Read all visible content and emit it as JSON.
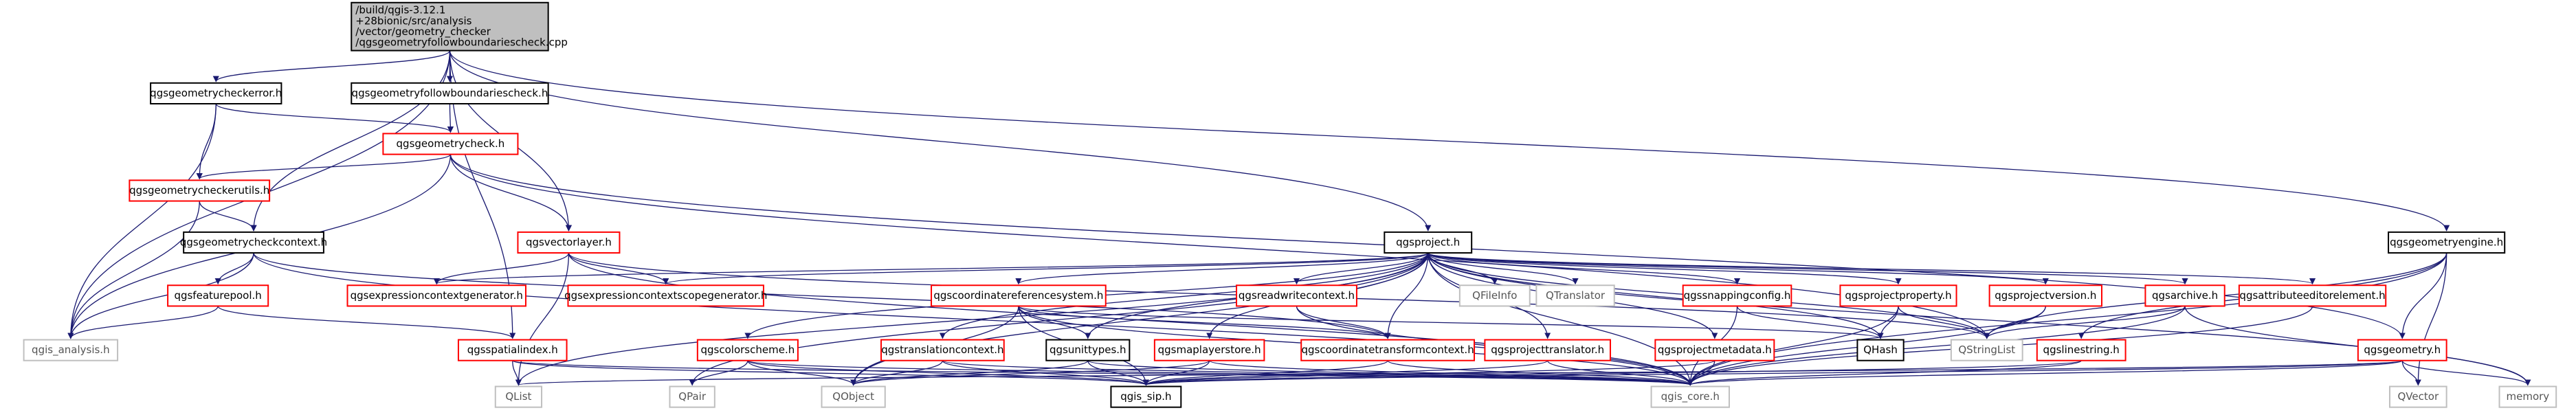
{
  "root": {
    "lines": [
      "/build/qgis-3.12.1",
      "+28bionic/src/analysis",
      "/vector/geometry_checker",
      "/qgsgeometryfollowboundariescheck.cpp"
    ]
  },
  "colors": {
    "root_fill": "#bfbfbf",
    "node_border": "#000000",
    "red_border": "#ff0000",
    "gray_border": "#bfbfbf",
    "gray_text": "#555555",
    "edge": "#191970",
    "edge_light": "#3a3a3a"
  },
  "nodes": [
    {
      "id": "root",
      "label": "/build/qgis-3.12.1\n+28bionic/src/analysis\n/vector/geometry_checker\n/qgsgeometryfollowboundariescheck.cpp",
      "style": "root"
    },
    {
      "id": "n_geomerror",
      "label": "qgsgeometrycheckerror.h",
      "style": "black"
    },
    {
      "id": "n_followcheck",
      "label": "qgsgeometryfollowboundariescheck.h",
      "style": "black"
    },
    {
      "id": "n_geomcheck",
      "label": "qgsgeometrycheck.h",
      "style": "red"
    },
    {
      "id": "n_checkerutils",
      "label": "qgsgeometrycheckerutils.h",
      "style": "red"
    },
    {
      "id": "n_checkcontext",
      "label": "qgsgeometrycheckcontext.h",
      "style": "black"
    },
    {
      "id": "n_featurepool",
      "label": "qgsfeaturepool.h",
      "style": "red"
    },
    {
      "id": "n_vectorlayer",
      "label": "qgsvectorlayer.h",
      "style": "red"
    },
    {
      "id": "n_project",
      "label": "qgsproject.h",
      "style": "black"
    },
    {
      "id": "n_geomengine",
      "label": "qgsgeometryengine.h",
      "style": "black"
    },
    {
      "id": "n_analysis",
      "label": "qgis_analysis.h",
      "style": "gray"
    },
    {
      "id": "n_spatialindex",
      "label": "qgsspatialindex.h",
      "style": "red"
    },
    {
      "id": "n_exprctxgen",
      "label": "qgsexpressioncontextgenerator.h",
      "style": "red"
    },
    {
      "id": "n_exprctxscope",
      "label": "qgsexpressioncontextscopegenerator.h",
      "style": "red"
    },
    {
      "id": "n_crs",
      "label": "qgscoordinatereferencesystem.h",
      "style": "red"
    },
    {
      "id": "n_readwrite",
      "label": "qgsreadwritecontext.h",
      "style": "red"
    },
    {
      "id": "n_qfileinfo",
      "label": "QFileInfo",
      "style": "gray"
    },
    {
      "id": "n_qtranslator",
      "label": "QTranslator",
      "style": "gray"
    },
    {
      "id": "n_snapping",
      "label": "qgssnappingconfig.h",
      "style": "red"
    },
    {
      "id": "n_projprop",
      "label": "qgsprojectproperty.h",
      "style": "red"
    },
    {
      "id": "n_projver",
      "label": "qgsprojectversion.h",
      "style": "red"
    },
    {
      "id": "n_archive",
      "label": "qgsarchive.h",
      "style": "red"
    },
    {
      "id": "n_attreditor",
      "label": "qgsattributeeditorelement.h",
      "style": "red"
    },
    {
      "id": "n_colorscheme",
      "label": "qgscolorscheme.h",
      "style": "red"
    },
    {
      "id": "n_translctx",
      "label": "qgstranslationcontext.h",
      "style": "red"
    },
    {
      "id": "n_unittypes",
      "label": "qgsunittypes.h",
      "style": "black"
    },
    {
      "id": "n_maplayerstore",
      "label": "qgsmaplayerstore.h",
      "style": "red"
    },
    {
      "id": "n_coordtransctx",
      "label": "qgscoordinatetransformcontext.h",
      "style": "red"
    },
    {
      "id": "n_projtranslator",
      "label": "qgsprojecttranslator.h",
      "style": "red"
    },
    {
      "id": "n_projmeta",
      "label": "qgsprojectmetadata.h",
      "style": "red"
    },
    {
      "id": "n_qhash",
      "label": "QHash",
      "style": "black"
    },
    {
      "id": "n_qstringlist",
      "label": "QStringList",
      "style": "gray"
    },
    {
      "id": "n_linestring",
      "label": "qgslinestring.h",
      "style": "red"
    },
    {
      "id": "n_geometry",
      "label": "qgsgeometry.h",
      "style": "red"
    },
    {
      "id": "n_qlist",
      "label": "QList",
      "style": "gray"
    },
    {
      "id": "n_qpair",
      "label": "QPair",
      "style": "gray"
    },
    {
      "id": "n_qobject",
      "label": "QObject",
      "style": "gray"
    },
    {
      "id": "n_qgissip",
      "label": "qgis_sip.h",
      "style": "black"
    },
    {
      "id": "n_qgiscore",
      "label": "qgis_core.h",
      "style": "gray"
    },
    {
      "id": "n_qvector",
      "label": "QVector",
      "style": "gray"
    },
    {
      "id": "n_memory",
      "label": "memory",
      "style": "gray"
    }
  ]
}
